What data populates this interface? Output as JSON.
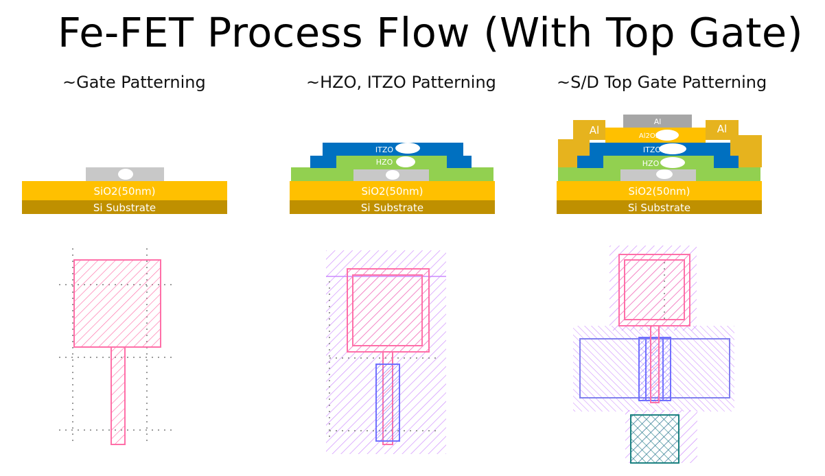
{
  "title": "Fe-FET Process Flow (With Top Gate)",
  "steps": [
    {
      "label": "~Gate Patterning"
    },
    {
      "label": "~HZO, ITZO Patterning"
    },
    {
      "label": "~S/D Top Gate Patterning"
    }
  ],
  "layers": {
    "substrate": "Si Substrate",
    "oxide": "SiO2(50nm)",
    "hzo": "HZO",
    "itzo": "ITZO",
    "al2o3": "Al2O3",
    "al": "Al"
  },
  "colors": {
    "substrate": "#bf9000",
    "oxide": "#ffc000",
    "gate": "#c8c8c8",
    "hzo": "#92d050",
    "itzo": "#0070c0",
    "al": "#e6b31e",
    "al_top": "#a6a6a6",
    "mask_gate": "#ff6fa8",
    "mask_hzo": "#cc88ff",
    "mask_itzo": "#7070ff",
    "mask_sd": "#8080ee",
    "mask_topgate": "#1a8080"
  }
}
